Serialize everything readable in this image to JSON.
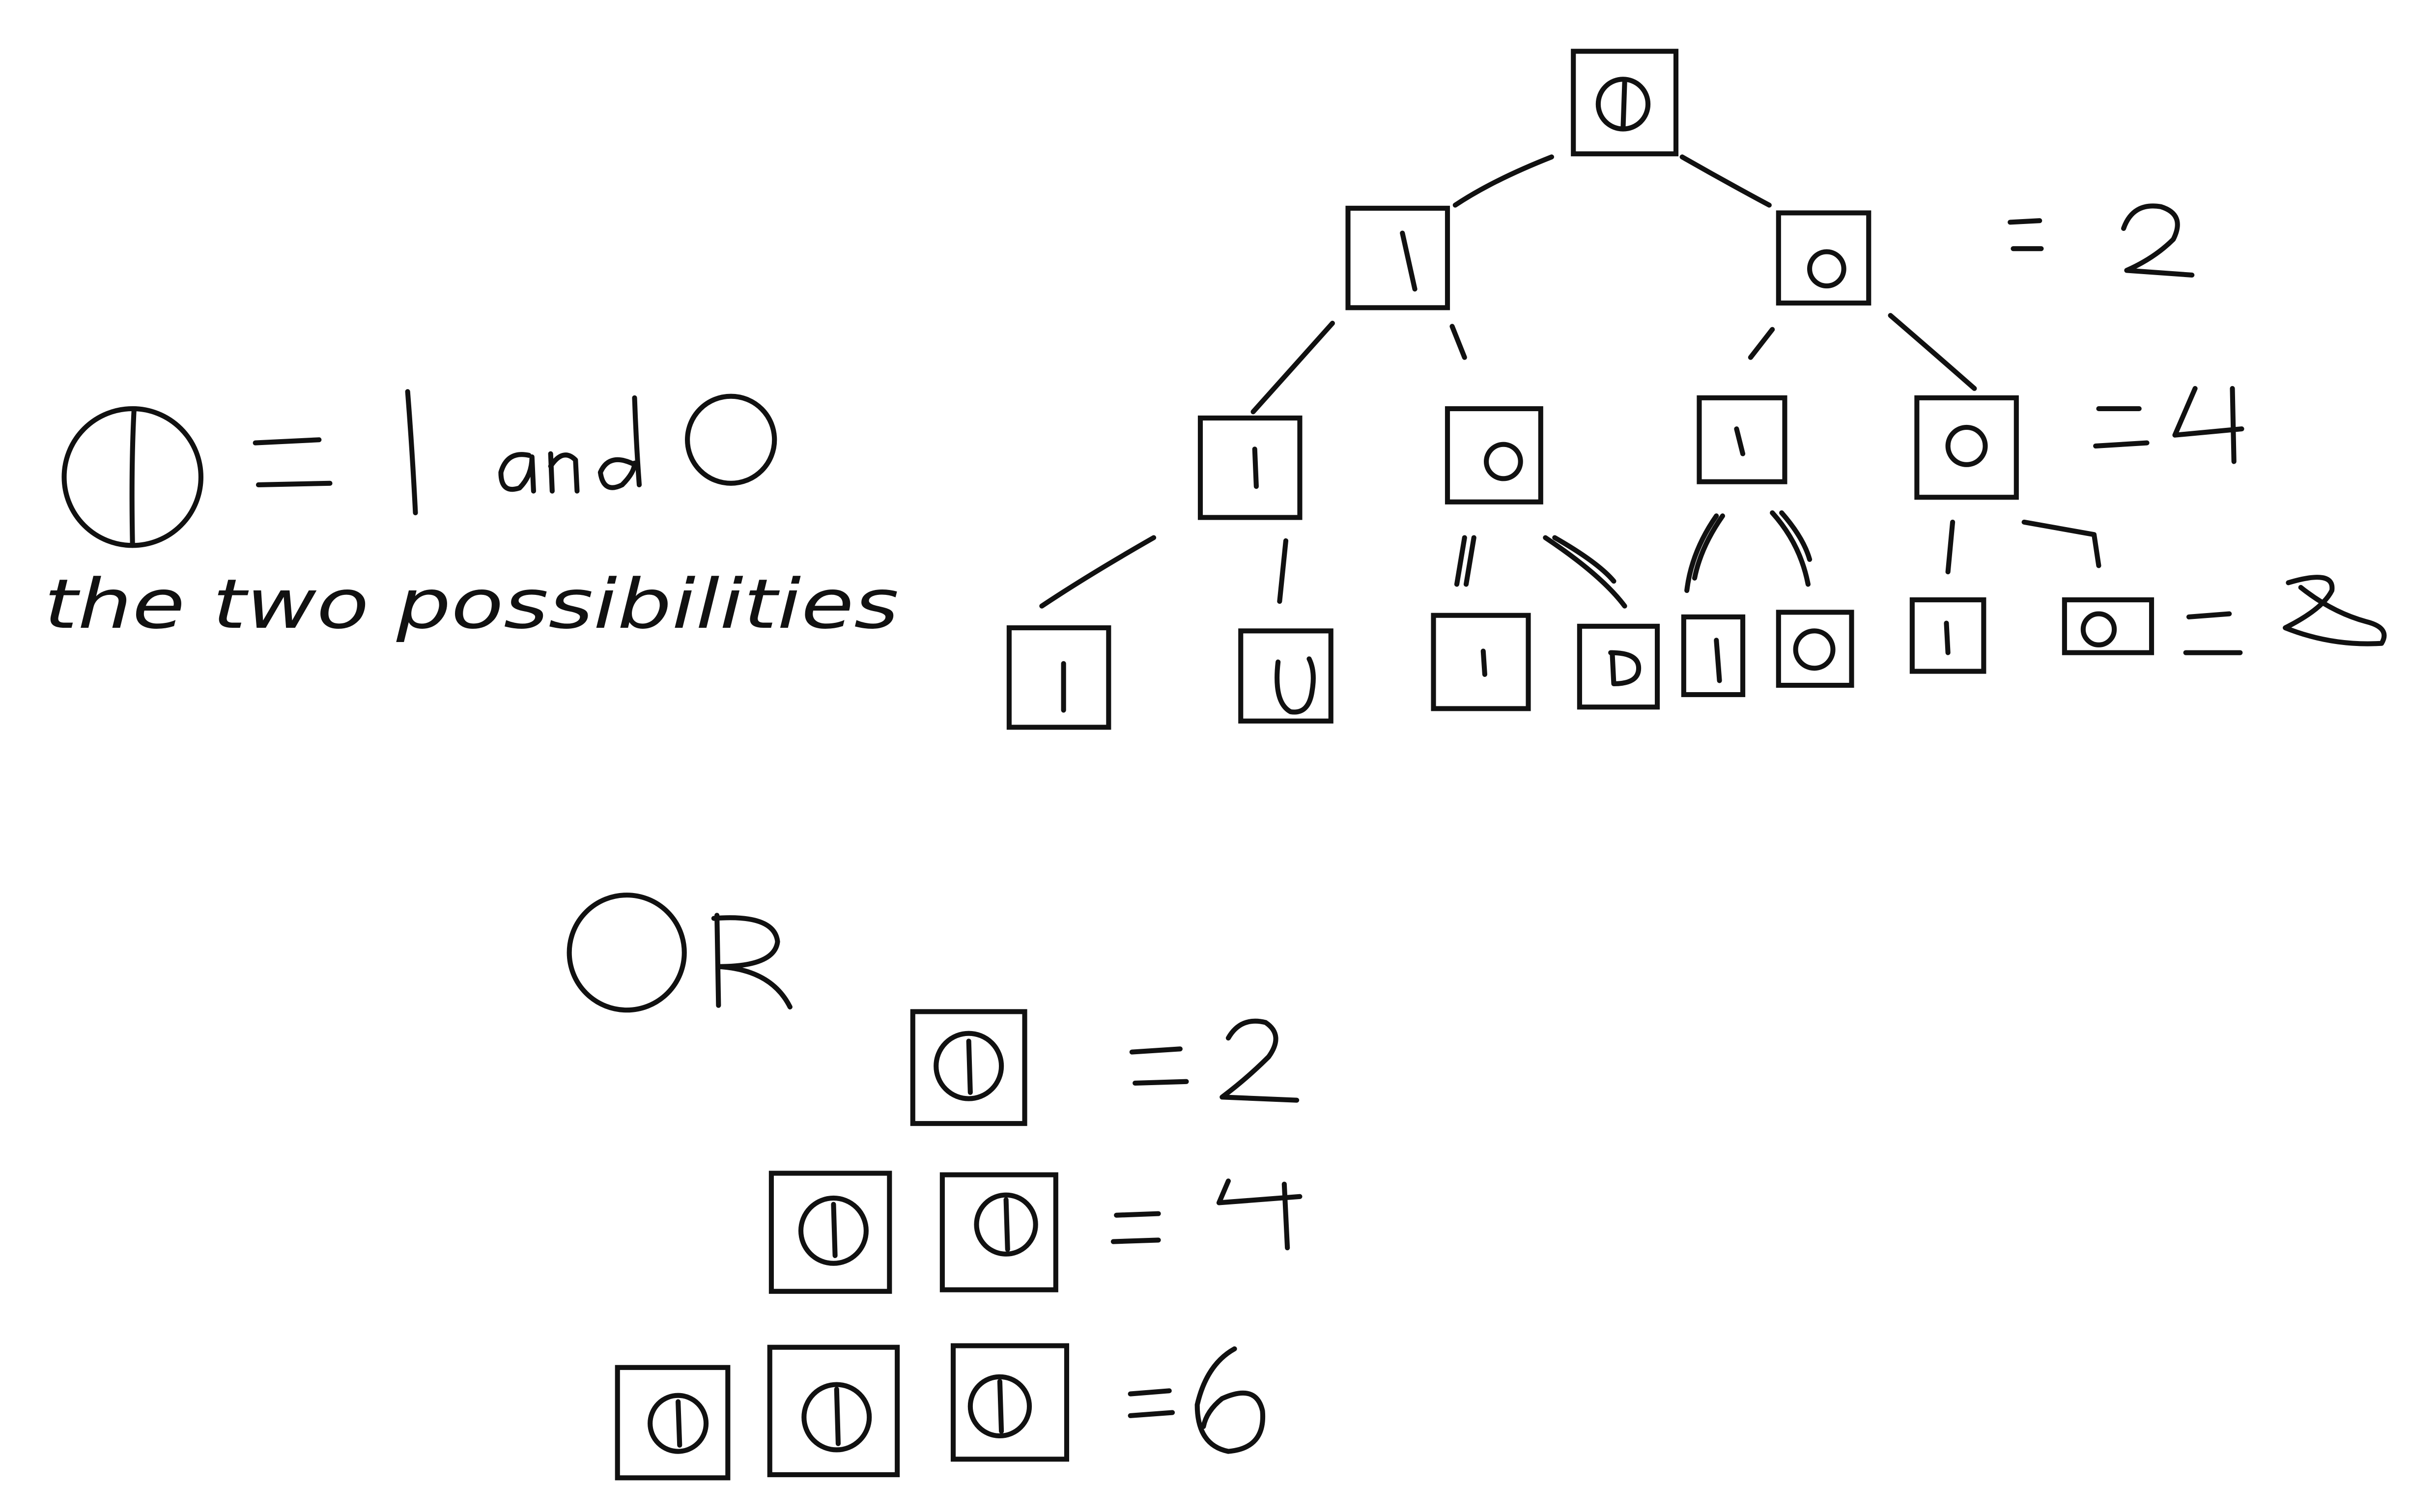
{
  "legend": {
    "symbol_one": "1",
    "symbol_zero": "0",
    "equals": "=",
    "one_label": "1",
    "and_text": "and",
    "caption": "the two possibilities"
  },
  "tree": {
    "root": "1",
    "level1": {
      "nodes": [
        "1",
        "0"
      ],
      "total": "= 2"
    },
    "level2": {
      "nodes": [
        "1",
        "0",
        "1",
        "0"
      ],
      "total": "= 4"
    },
    "level3": {
      "nodes": [
        "1",
        "0",
        "1",
        "0",
        "1",
        "0",
        "1",
        "0"
      ],
      "total": "= 8"
    }
  },
  "or_label": "OR",
  "stack": {
    "rows": [
      {
        "boxes": [
          "1"
        ],
        "total": "= 2"
      },
      {
        "boxes": [
          "1",
          "1"
        ],
        "total": "= 4"
      },
      {
        "boxes": [
          "1",
          "1",
          "1"
        ],
        "total": "= 6"
      }
    ]
  },
  "colors": {
    "ink": "#111111",
    "background": "#ffffff"
  }
}
